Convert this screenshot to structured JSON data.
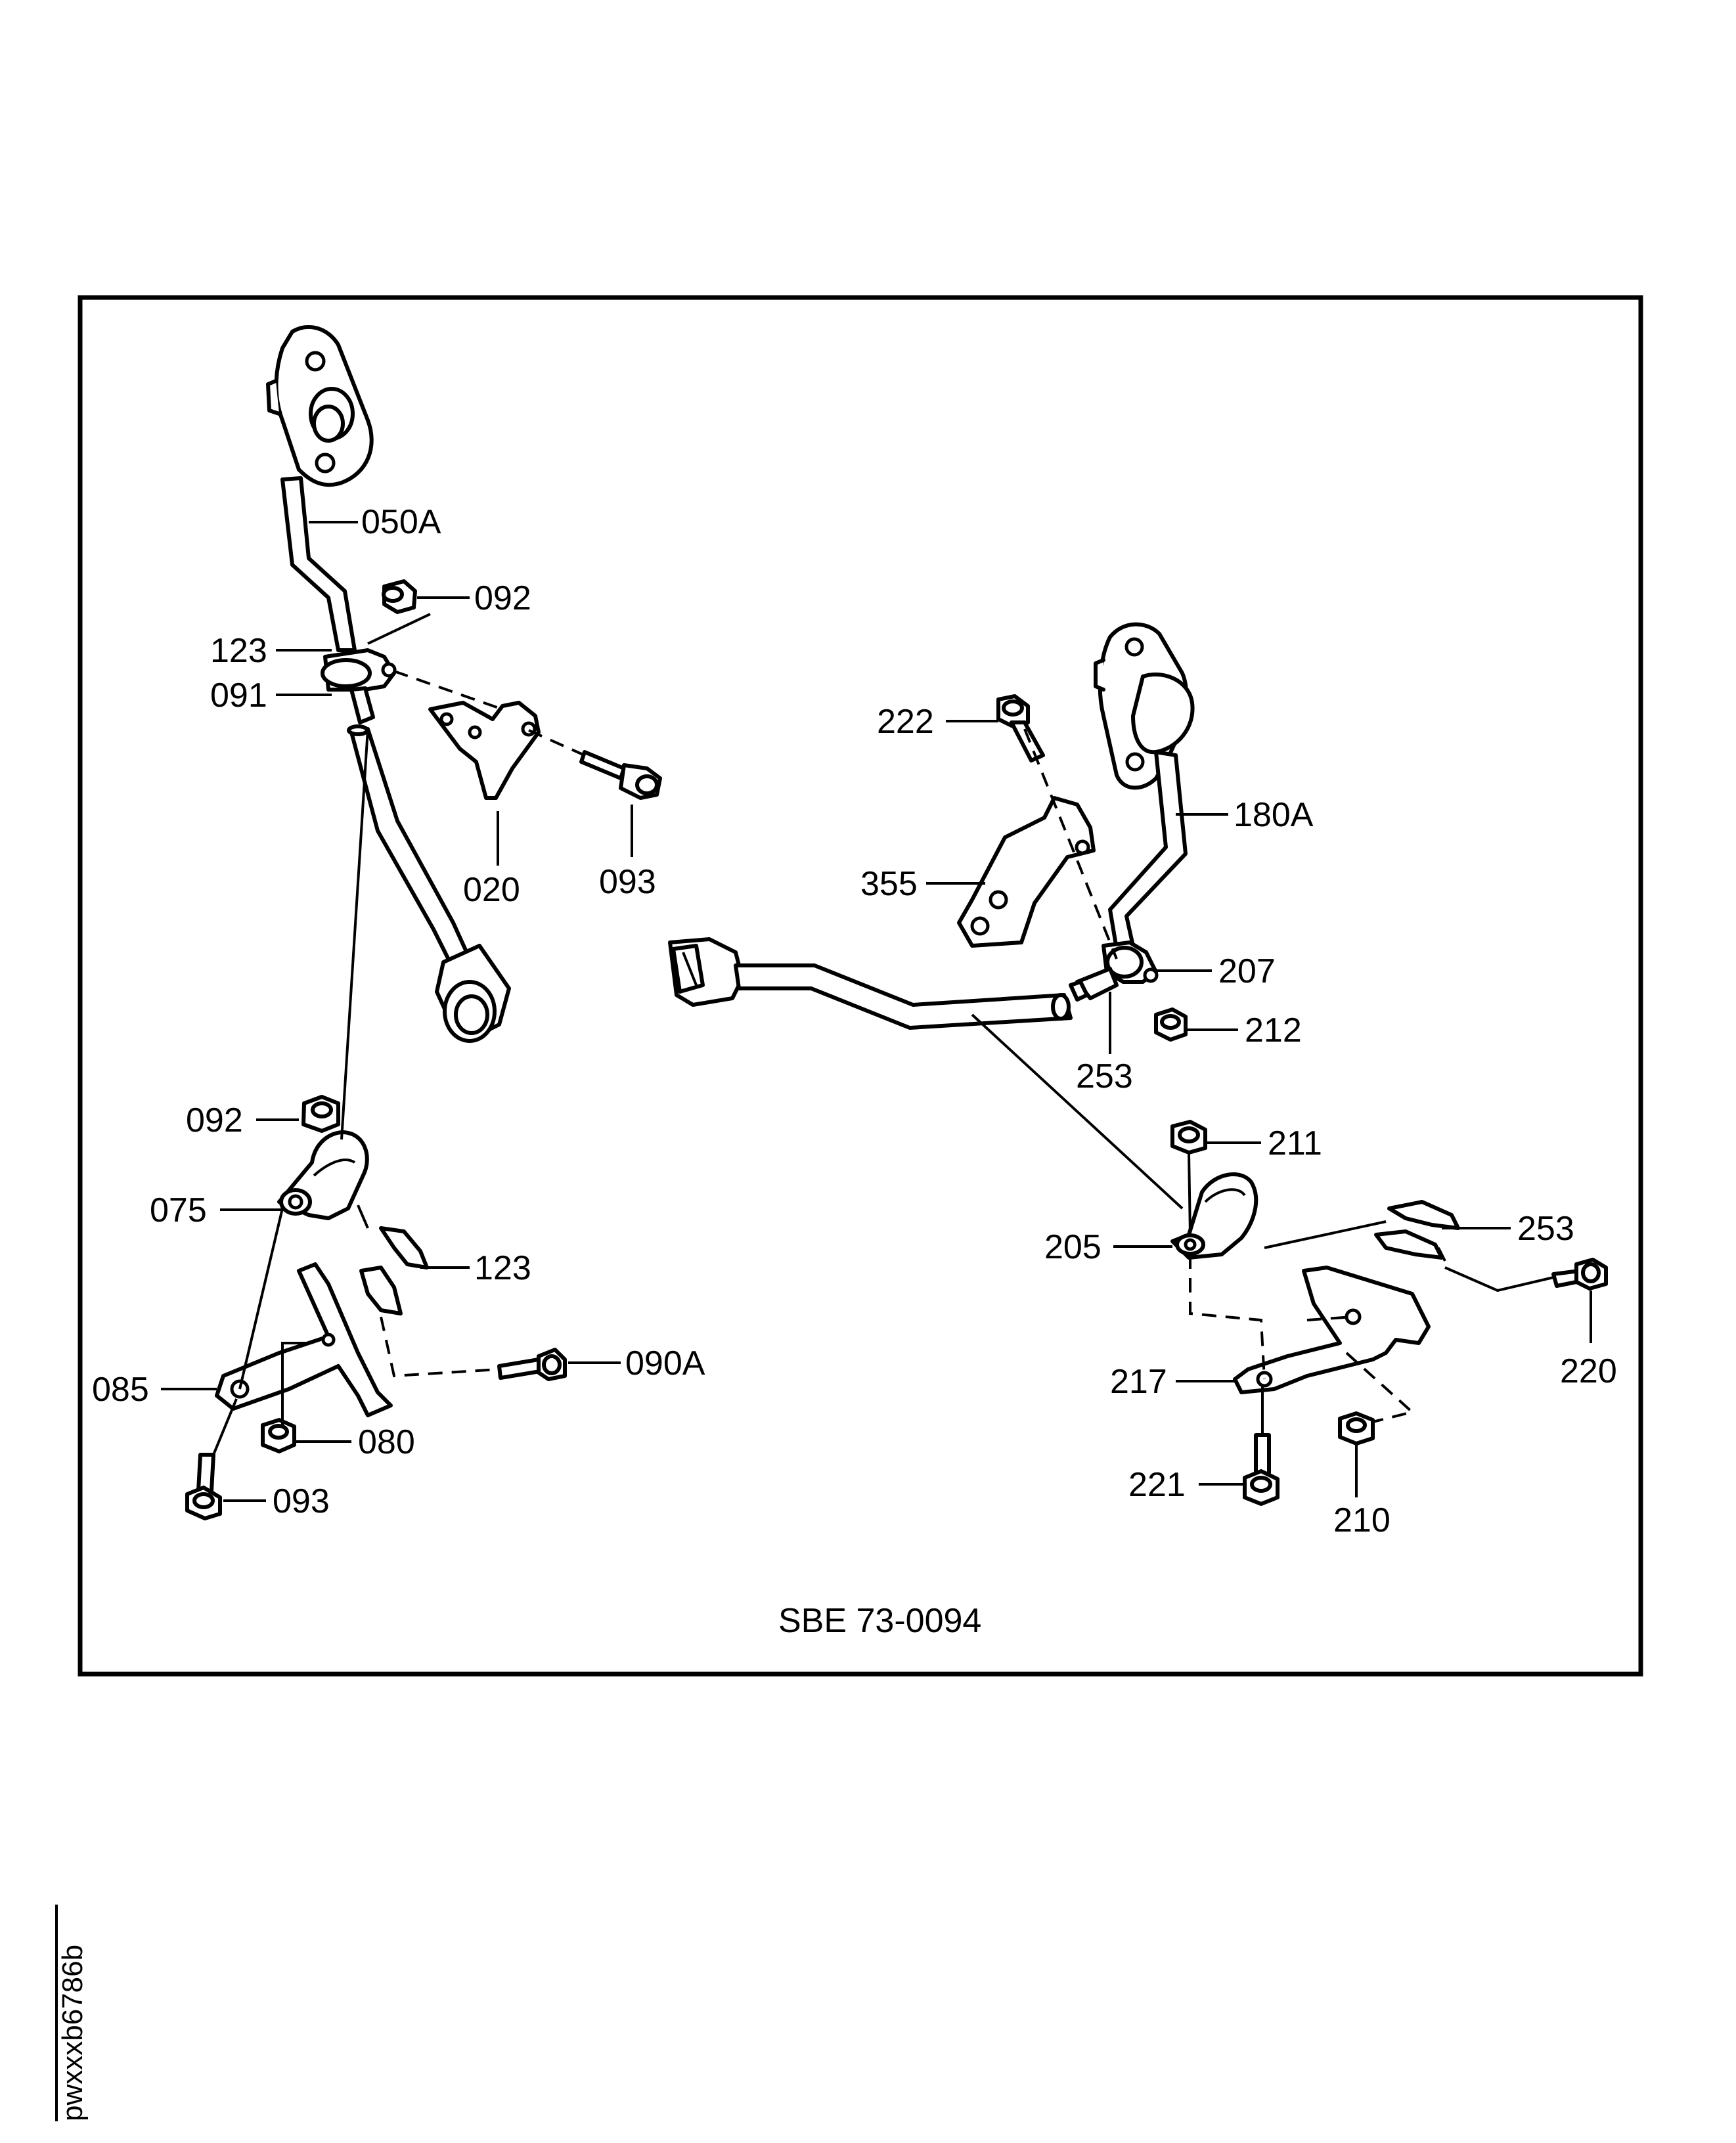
{
  "figure_code": "SBE 73-0094",
  "side_code": "pwxxxb6786b",
  "callouts": {
    "c050A": "050A",
    "c092a": "092",
    "c123a": "123",
    "c091": "091",
    "c020": "020",
    "c093a": "093",
    "c092b": "092",
    "c075": "075",
    "c123b": "123",
    "c085": "085",
    "c090A": "090A",
    "c080": "080",
    "c093b": "093",
    "c222": "222",
    "c180A": "180A",
    "c355": "355",
    "c207": "207",
    "c212": "212",
    "c253a": "253",
    "c211": "211",
    "c205": "205",
    "c253b": "253",
    "c220": "220",
    "c217": "217",
    "c221": "221",
    "c210": "210"
  }
}
